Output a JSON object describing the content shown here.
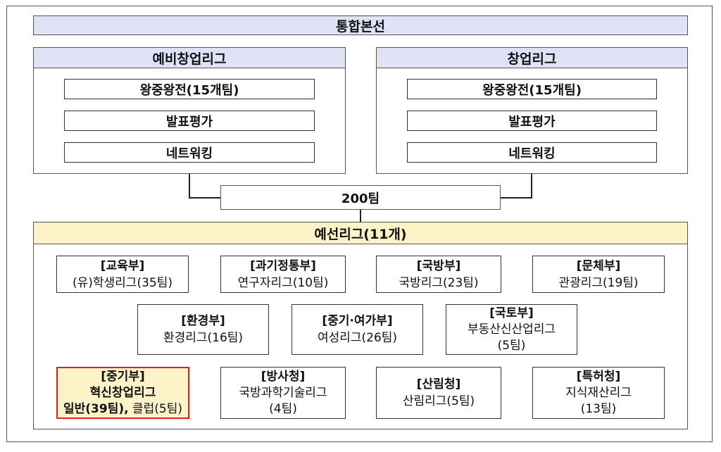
{
  "top": {
    "title": "통합본선"
  },
  "left_group": {
    "title": "예비창업리그",
    "steps": [
      "왕중왕전(15개팀)",
      "발표평가",
      "네트워킹"
    ]
  },
  "right_group": {
    "title": "창업리그",
    "steps": [
      "왕중왕전(15개팀)",
      "발표평가",
      "네트워킹"
    ]
  },
  "merge": {
    "label": "200팀"
  },
  "prelim": {
    "title": "예선리그(11개)",
    "ministries": [
      {
        "name": "[교육부]",
        "league": "(유)학생리그(35팀)"
      },
      {
        "name": "[과기정통부]",
        "league": "연구자리그(10팀)"
      },
      {
        "name": "[국방부]",
        "league": "국방리그(23팀)"
      },
      {
        "name": "[문체부]",
        "league": "관광리그(19팀)"
      },
      {
        "name": "[환경부]",
        "league": "환경리그(16팀)"
      },
      {
        "name": "[중기·여가부]",
        "league": "여성리그(26팀)"
      },
      {
        "name": "[국토부]",
        "league": "부동산신산업리그",
        "league2": "(5팀)"
      },
      {
        "name": "[중기부]",
        "league": "혁신창업리그",
        "league2a": "일반(39팀),",
        "league2b": " 클럽(5팀)"
      },
      {
        "name": "[방사청]",
        "league": "국방과학기술리그",
        "league2": "(4팀)"
      },
      {
        "name": "[산림청]",
        "league": "산림리그(5팀)"
      },
      {
        "name": "[특허청]",
        "league": "지식재산리그",
        "league2": "(13팀)"
      }
    ]
  },
  "colors": {
    "header_blue": "#dfe3f5",
    "header_yellow": "#fdf2c8",
    "highlight_border": "#e02020"
  }
}
